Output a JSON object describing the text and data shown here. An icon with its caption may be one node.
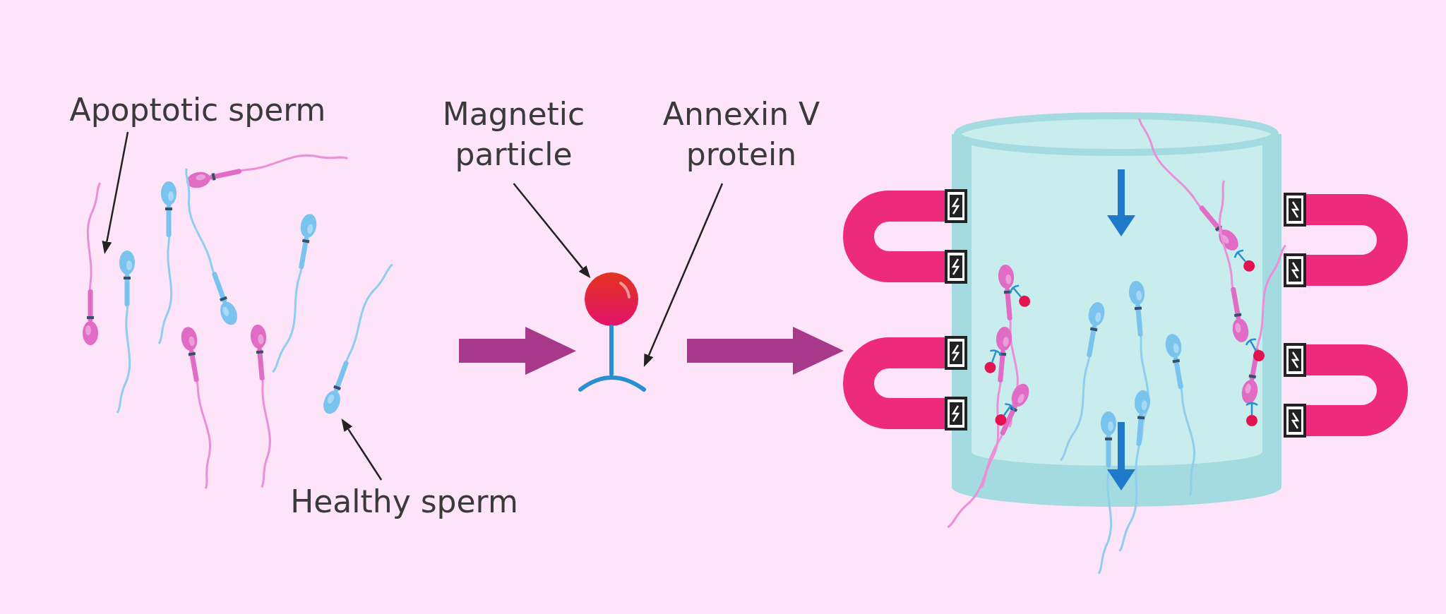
{
  "diagram": {
    "nodes": [
      {
        "text": [
          "Apoptotic sperm"
        ]
      },
      {
        "text": [
          "Healthy sperm"
        ]
      },
      {
        "text": [
          "Magnetic particle"
        ]
      },
      {
        "text": [
          "Annexin V protein"
        ]
      },
      {
        "text": [],
        "shape": "picture"
      },
      {
        "text": [],
        "shape": "picture"
      },
      {
        "text": [],
        "shape": "circle"
      },
      {
        "text": [],
        "shape": "picture"
      },
      {
        "text": [],
        "shape": "picture"
      }
    ],
    "edges": [
      {
        "from": 0,
        "to": 4,
        "arrow": "to"
      },
      {
        "from": 1,
        "to": 5,
        "arrow": "to"
      },
      {
        "from": 2,
        "to": 6,
        "arrow": "to"
      },
      {
        "from": 3,
        "to": 7,
        "arrow": "to"
      },
      {
        "from": null,
        "to": 7,
        "arrow": "to",
        "style": "thick",
        "color": "#a8388a"
      },
      {
        "from": null,
        "to": 8,
        "arrow": "to",
        "style": "thick",
        "color": "#a8388a"
      }
    ]
  }
}
